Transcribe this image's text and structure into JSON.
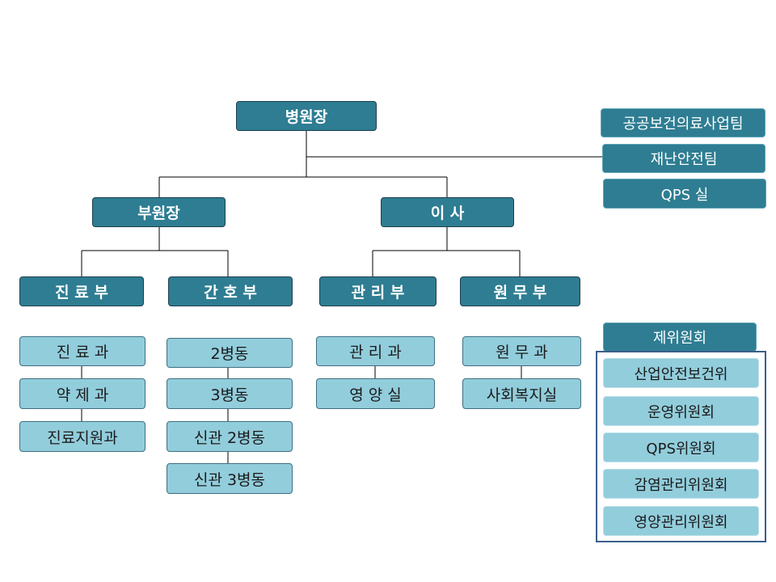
{
  "root": "병원장",
  "vice_directors": [
    "부원장",
    "이 사"
  ],
  "departments": [
    "진 료 부",
    "간 호 부",
    "관 리 부",
    "원 무 부"
  ],
  "sections": {
    "medical": [
      "진 료 과",
      "약 제 과",
      "진료지원과"
    ],
    "nursing": [
      "2병동",
      "3병동",
      "신관 2병동",
      "신관 3병동"
    ],
    "admin": [
      "관 리 과",
      "영 양 실"
    ],
    "affairs": [
      "원 무 과",
      "사회복지실"
    ]
  },
  "staff_teams": [
    "공공보건의료사업팀",
    "재난안전팀",
    "QPS 실"
  ],
  "committee_header": "제위원회",
  "committees": [
    "산업안전보건위",
    "운영위원회",
    "QPS위원회",
    "감염관리위원회",
    "영양관리위원회"
  ],
  "colors": {
    "dark_box": "#2e7d92",
    "light_box": "#92cddc",
    "committee_border": "#3a5f8a"
  }
}
